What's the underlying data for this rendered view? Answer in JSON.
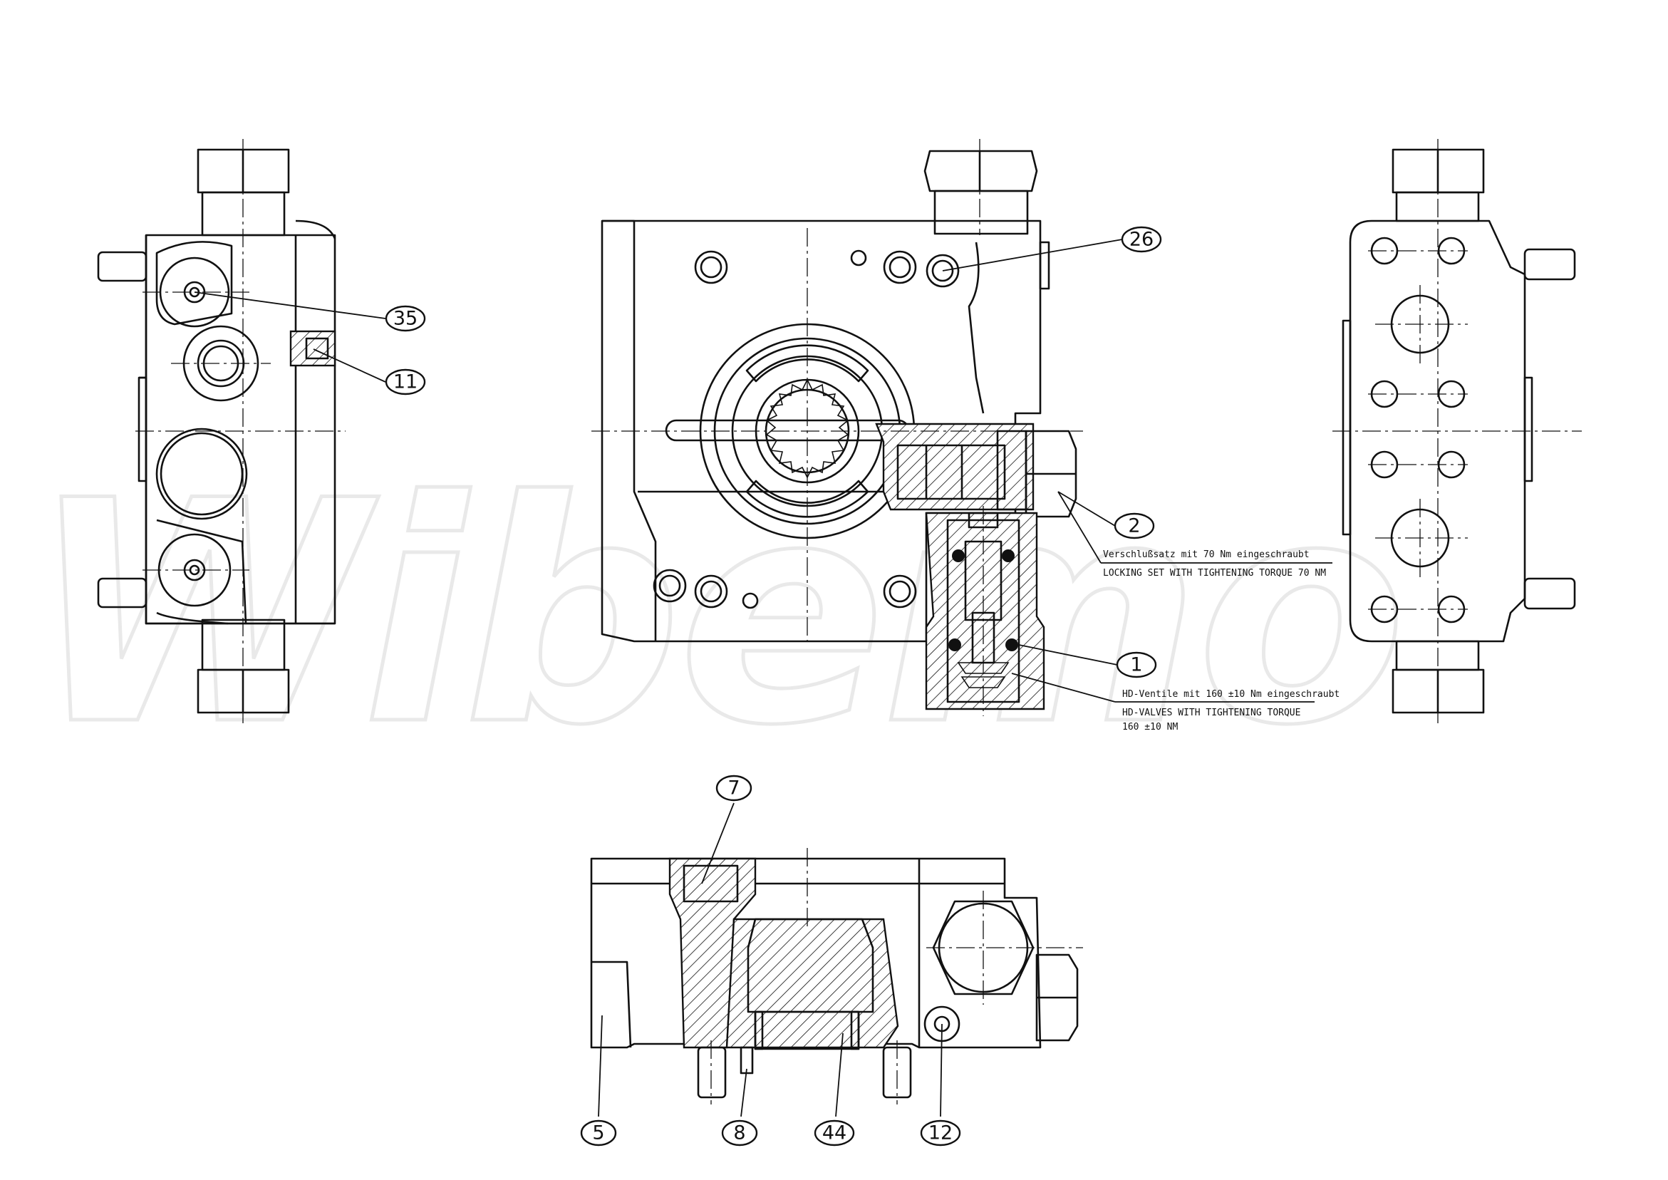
{
  "watermark": "Wibemo",
  "balloons": [
    {
      "id": "b26",
      "label": "26"
    },
    {
      "id": "b35",
      "label": "35"
    },
    {
      "id": "b11",
      "label": "11"
    },
    {
      "id": "b2",
      "label": "2"
    },
    {
      "id": "b1",
      "label": "1"
    },
    {
      "id": "b7",
      "label": "7"
    },
    {
      "id": "b5",
      "label": "5"
    },
    {
      "id": "b8",
      "label": "8"
    },
    {
      "id": "b44",
      "label": "44"
    },
    {
      "id": "b12",
      "label": "12"
    }
  ],
  "notes": {
    "locking_set_de": "Verschlußsatz mit 70 Nm eingeschraubt",
    "locking_set_en": "LOCKING SET WITH TIGHTENING TORQUE 70 NM",
    "hd_valves_de": "HD-Ventile mit 160 ±10 Nm eingeschraubt",
    "hd_valves_en_1": "HD-VALVES WITH TIGHTENING TORQUE",
    "hd_valves_en_2": "160 ±10 NM"
  }
}
